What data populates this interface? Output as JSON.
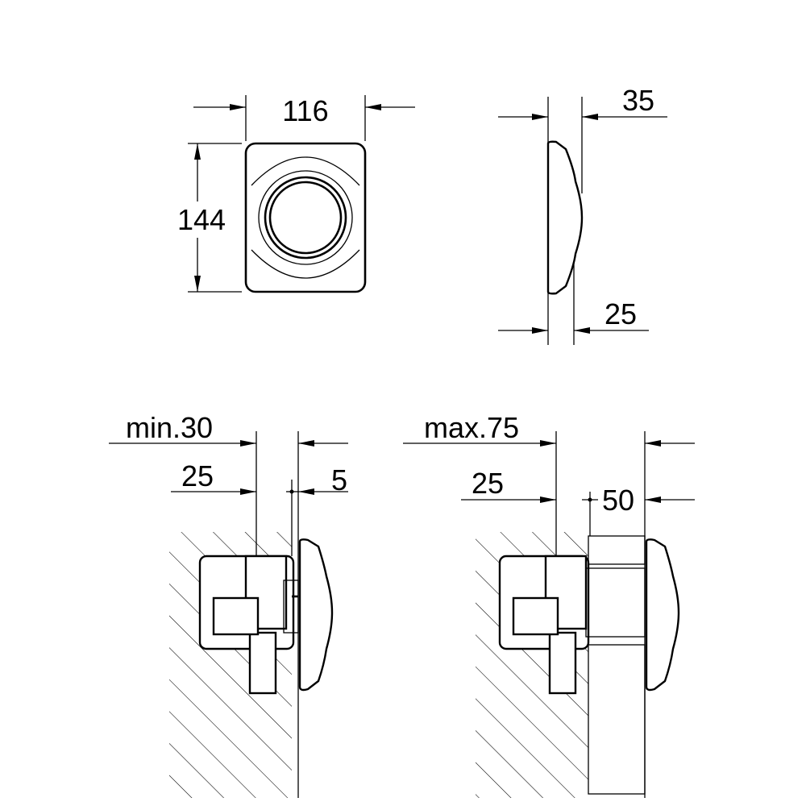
{
  "dimensions": {
    "front_width": "116",
    "front_height": "144",
    "side_depth_total": "35",
    "side_depth_plate": "25",
    "min_label": "min.30",
    "min_inner": "25",
    "min_offset": "5",
    "max_label": "max.75",
    "max_inner": "25",
    "max_offset": "50"
  },
  "colors": {
    "line": "#000000",
    "background": "#ffffff"
  }
}
